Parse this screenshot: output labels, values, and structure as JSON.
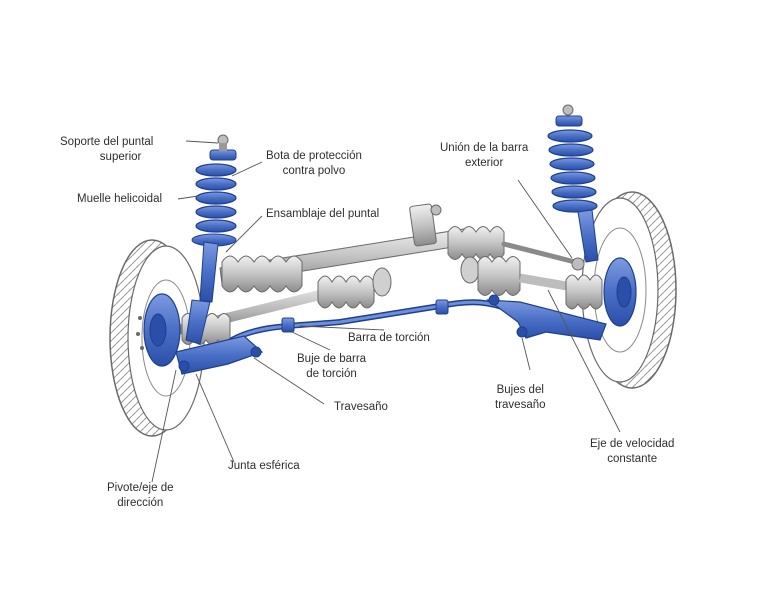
{
  "diagram": {
    "labels": {
      "soporte_puntal": [
        "Soporte del puntal",
        "superior"
      ],
      "bota_proteccion": [
        "Bota de protección",
        "contra polvo"
      ],
      "muelle_helicoidal": [
        "Muelle helicoidal"
      ],
      "ensamblaje_puntal": [
        "Ensamblaje del puntal"
      ],
      "union_barra": [
        "Unión de la barra",
        "exterior"
      ],
      "barra_torcion": [
        "Barra de torción"
      ],
      "buje_barra": [
        "Buje de barra",
        "de torción"
      ],
      "bujes_travesano": [
        "Bujes del",
        "travesaño"
      ],
      "travesano": [
        "Travesaño"
      ],
      "eje_velocidad": [
        "Eje de velocidad",
        "constante"
      ],
      "junta_esferica": [
        "Junta esférica"
      ],
      "pivote_eje": [
        "Pivote/eje de",
        "dirección"
      ]
    },
    "colors": {
      "blue": "#4a6fc6",
      "blue_dark": "#1f3f8f",
      "grey": "#c8c8c8",
      "grey_dark": "#7a7a7a",
      "tire": "#ffffff",
      "line": "#555555"
    }
  }
}
